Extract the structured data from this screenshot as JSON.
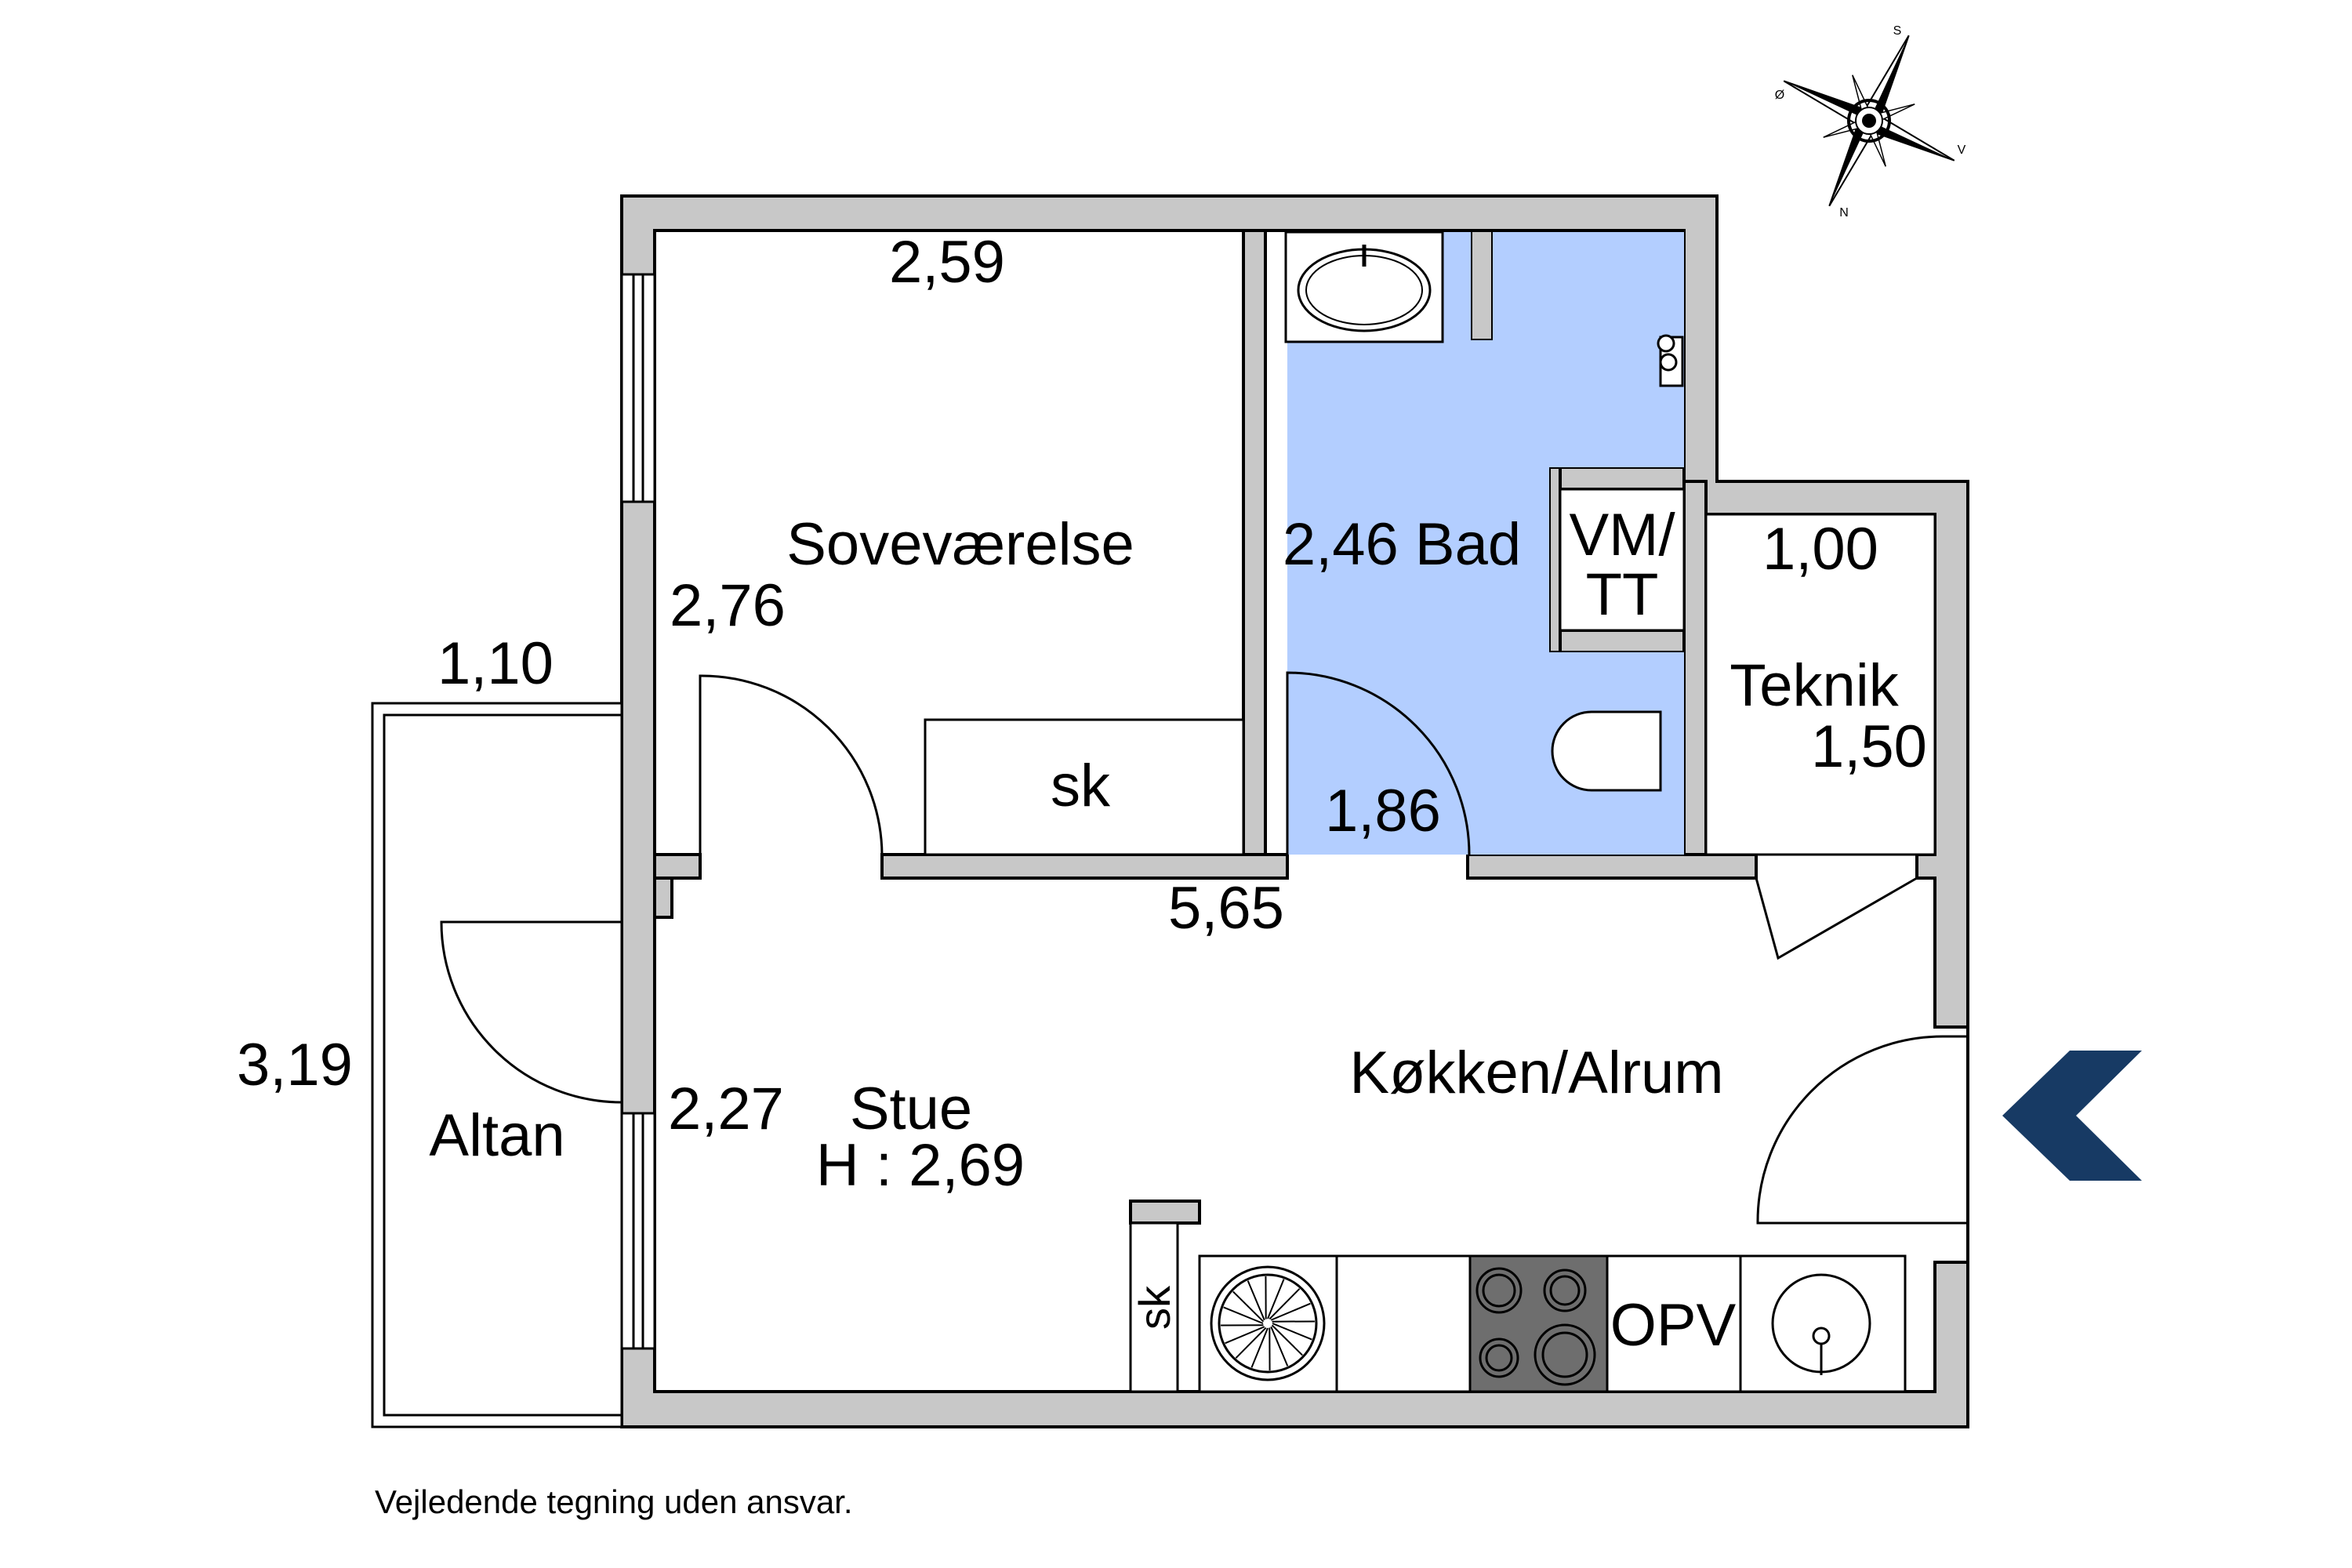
{
  "rooms": {
    "bedroom": "Soveværelse",
    "bath": "Bad",
    "technical": "Teknik",
    "kitchen": "Køkken/Alrum",
    "living": "Stue",
    "balcony": "Altan",
    "washer": [
      "VM/",
      "TT"
    ],
    "wardrobe": "sk",
    "oven_cabinet": "OPV"
  },
  "ceiling_height": "H : 2,69",
  "dimensions": {
    "bedroom_width": "2,59",
    "bedroom_depth": "2,76",
    "bath_width": "2,46",
    "bath_depth": "1,86",
    "technical_width": "1,00",
    "technical_depth": "1,50",
    "balcony_width": "1,10",
    "balcony_depth": "3,19",
    "living_depth": "2,27",
    "total_width": "5,65"
  },
  "compass": {
    "s": "S",
    "v": "V",
    "n": "N",
    "o": "Ø"
  },
  "disclaimer": "Vejledende tegning uden ansvar.",
  "colors": {
    "wall": "#c8c8c8",
    "bathroom": "#b3ceff",
    "entrance_arrow": "#173a64",
    "stove": "#6e6e6e"
  }
}
